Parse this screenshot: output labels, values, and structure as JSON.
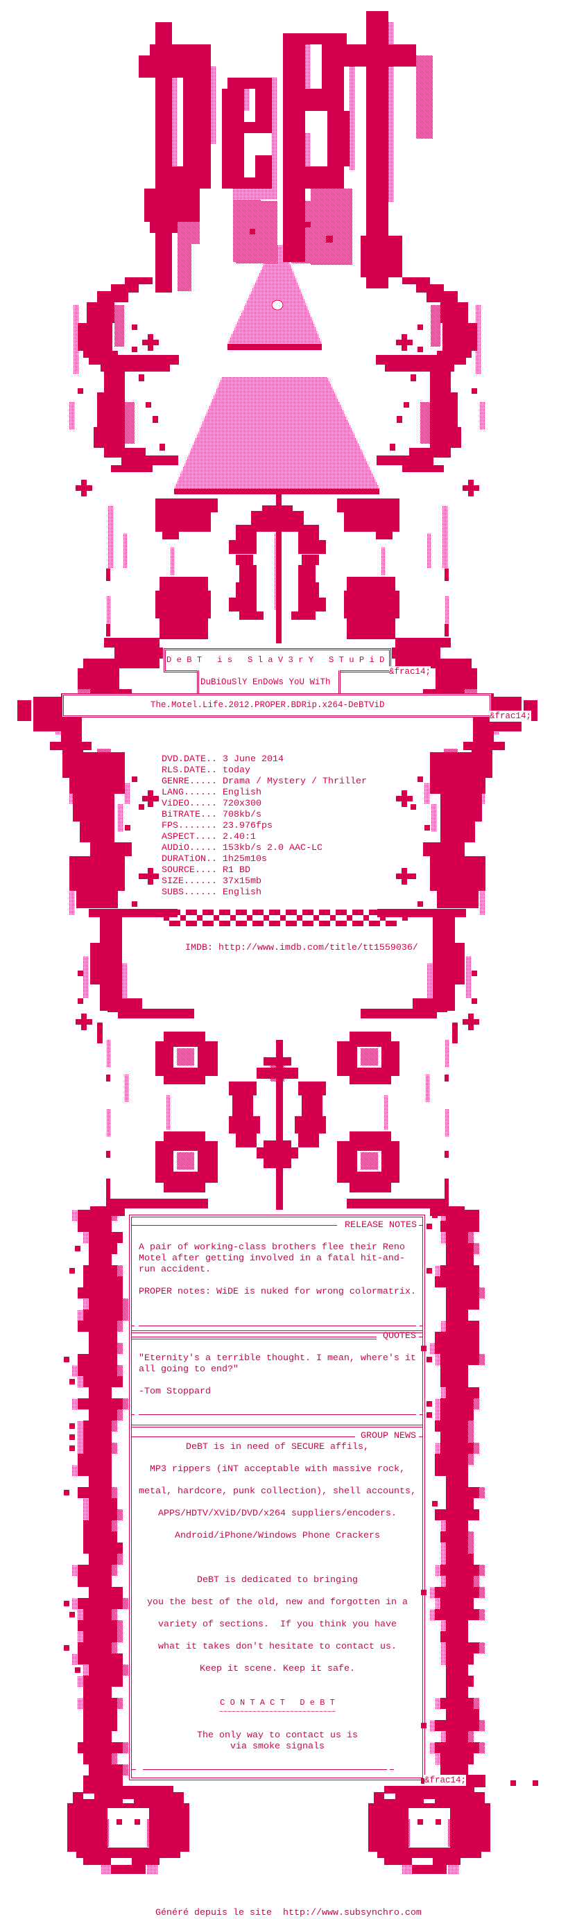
{
  "logo": {
    "text": "DeBT"
  },
  "banner": {
    "tagline": "D e B T   i s   S l a V 3 r Y   S T u P i D",
    "subtitle": "DuBiOuSlY EnDoWs YoU WiTh",
    "release_name": "The.Motel.Life.2012.PROPER.BDRip.x264-DeBTViD",
    "entity_1": "&frac14;",
    "entity_2": "&frac14;"
  },
  "info": {
    "rows": [
      {
        "label": "DVD.DATE..",
        "value": "3 June 2014"
      },
      {
        "label": "RLS.DATE..",
        "value": "today"
      },
      {
        "label": "GENRE.....",
        "value": "Drama / Mystery / Thriller"
      },
      {
        "label": "LANG......",
        "value": "English"
      },
      {
        "label": "ViDEO.....",
        "value": "720x300"
      },
      {
        "label": "BiTRATE...",
        "value": "708kb/s"
      },
      {
        "label": "FPS.......",
        "value": "23.976fps"
      },
      {
        "label": "ASPECT....",
        "value": "2.40:1"
      },
      {
        "label": "AUDiO.....",
        "value": "153kb/s 2.0 AAC-LC"
      },
      {
        "label": "DURATiON..",
        "value": "1h25m10s"
      },
      {
        "label": "SOURCE....",
        "value": "R1 BD"
      },
      {
        "label": "SIZE......",
        "value": "37x15mb"
      },
      {
        "label": "SUBS......",
        "value": "English"
      }
    ],
    "imdb": "IMDB: http://www.imdb.com/title/tt1559036/"
  },
  "release_notes": {
    "heading": "RELEASE NOTES",
    "lines": [
      "A pair of working-class brothers flee their Reno",
      "Motel after getting involved in a fatal hit-and-",
      "run accident.",
      "PROPER notes: WiDE is nuked for wrong colormatrix."
    ]
  },
  "quotes": {
    "heading": "QUOTES",
    "lines": [
      "\"Eternity's a terrible thought. I mean, where's it",
      "all going to end?\"",
      "-Tom Stoppard"
    ]
  },
  "group_news": {
    "heading": "GROUP NEWS",
    "lines": [
      "DeBT is in need of SECURE affils,",
      "MP3 rippers (iNT acceptable with massive rock,",
      "metal, hardcore, punk collection), shell accounts,",
      "APPS/HDTV/XViD/DVD/x264 suppliers/encoders.",
      "Android/iPhone/Windows Phone Crackers",
      "DeBT is dedicated to bringing",
      "you the best of the old, new and forgotten in a",
      "variety of sections.  If you think you have",
      "what it takes don't hesitate to contact us.",
      "Keep it scene. Keep it safe."
    ],
    "contact_title": "C O N T A C T   D e B T",
    "contact_rule": "~~~~~~~~~~~~~~~~~~~~~~~~~~~~",
    "contact_lines": [
      "The only way to contact us is",
      "via smoke signals"
    ],
    "entity": "&frac14;"
  },
  "footer": "Généré depuis le site  http://www.subsynchro.com",
  "colors": {
    "primary": "#D4004E",
    "background": "#FFFFFF"
  }
}
